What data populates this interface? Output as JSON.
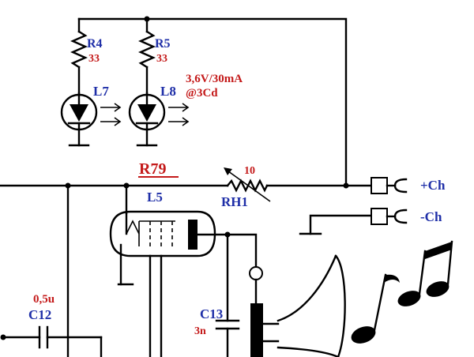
{
  "colors": {
    "wire": "#000000",
    "label_blue": "#1f2fa8",
    "label_red": "#c41a1a"
  },
  "components": {
    "r4": {
      "name": "R4",
      "value": "33"
    },
    "r5": {
      "name": "R5",
      "value": "33"
    },
    "l7": {
      "name": "L7"
    },
    "l8": {
      "name": "L8",
      "rating": "3,6V/30mA",
      "rating2": "@3Cd"
    },
    "r79": {
      "name": "R79"
    },
    "l5": {
      "name": "L5"
    },
    "rh1": {
      "name": "RH1",
      "value": "10"
    },
    "c12": {
      "name": "C12",
      "value": "0,5u"
    },
    "c13": {
      "name": "C13",
      "value": "3n"
    }
  },
  "connectors": {
    "plus": "+Ch",
    "minus": "-Ch"
  }
}
